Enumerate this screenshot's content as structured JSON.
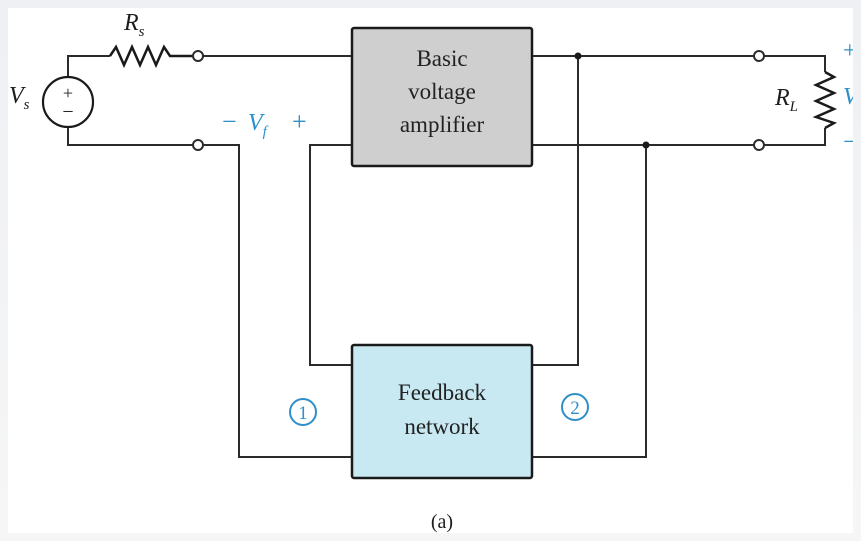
{
  "blocks": {
    "amplifier": {
      "lines": [
        "Basic",
        "voltage",
        "amplifier"
      ],
      "fill": "#cfcfcf"
    },
    "feedback": {
      "lines": [
        "Feedback",
        "network"
      ],
      "fill": "#c8e8f2"
    }
  },
  "labels": {
    "rs_main": "R",
    "rs_sub": "s",
    "vs_main": "V",
    "vs_sub": "s",
    "source_plus": "+",
    "source_minus": "−",
    "vf_minus": "−",
    "vf_main": "V",
    "vf_sub": "f",
    "vf_plus": "+",
    "rl_main": "R",
    "rl_sub": "L",
    "vo_plus": "+",
    "vo_main": "V",
    "vo_minus": "−",
    "port1": "1",
    "port2": "2",
    "caption": "(a)"
  },
  "colors": {
    "wire": "#2b2b2b",
    "accent_blue": "#2f8fc8"
  }
}
